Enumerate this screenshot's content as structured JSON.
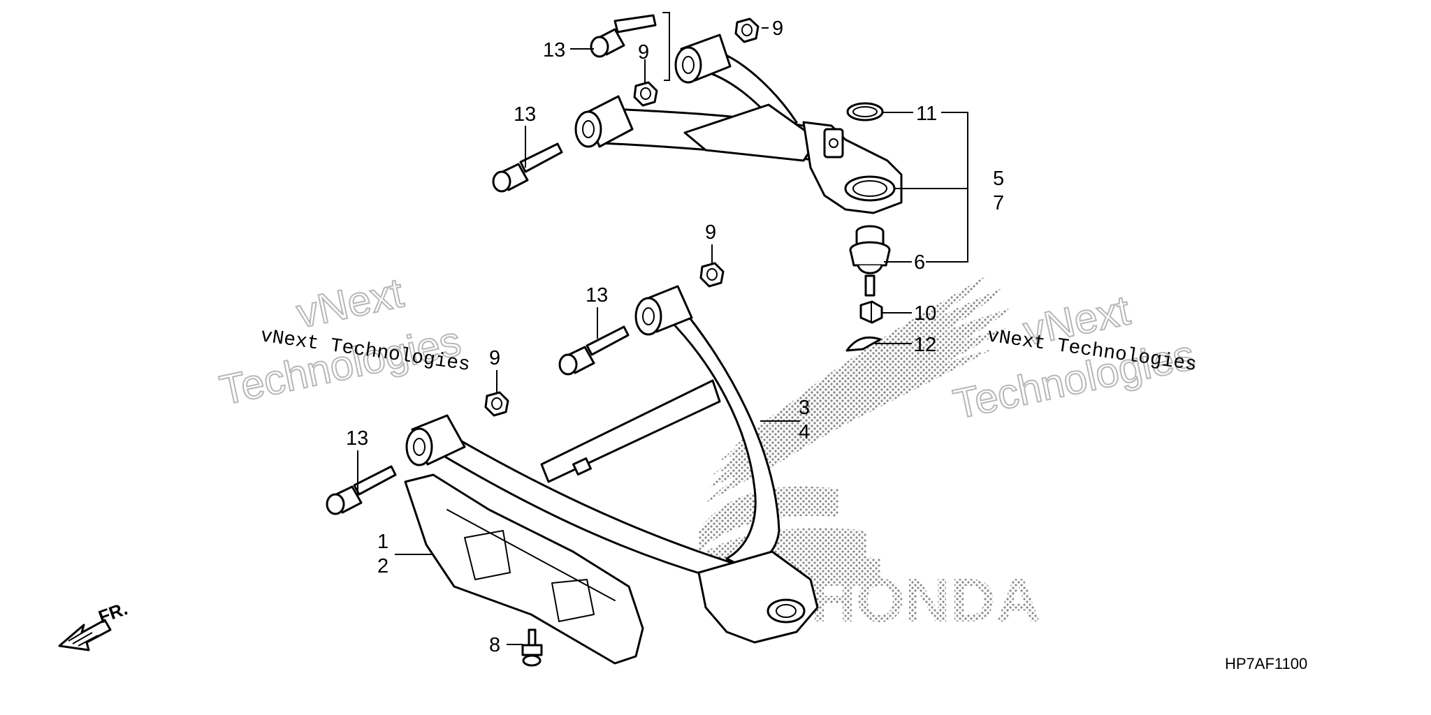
{
  "diagram": {
    "callouts": {
      "c1": "1",
      "c2": "2",
      "c3": "3",
      "c4": "4",
      "c5": "5",
      "c6": "6",
      "c7": "7",
      "c8": "8",
      "c9a": "9",
      "c9b": "9",
      "c9c": "9",
      "c9d": "9",
      "c10": "10",
      "c11": "11",
      "c12": "12",
      "c13a": "13",
      "c13b": "13",
      "c13c": "13",
      "c13d": "13"
    },
    "direction_label": "FR.",
    "diagram_code": "HP7AF1100",
    "brand_logo_text": "HONDA"
  },
  "watermark": {
    "line1": "vNext",
    "line2": "Technologies",
    "caption": "vNext Technologies"
  }
}
